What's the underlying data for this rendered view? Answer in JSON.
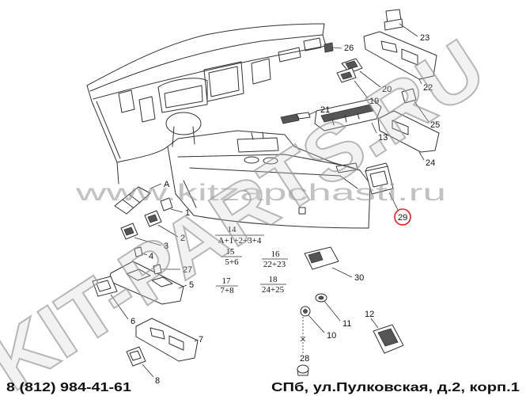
{
  "callouts": {
    "A": "A",
    "1": "1",
    "2": "2",
    "3": "3",
    "4": "4",
    "5": "5",
    "6": "6",
    "7": "7",
    "8": "8",
    "10": "10",
    "11": "11",
    "12": "12",
    "13": "13",
    "19": "19",
    "20": "20",
    "21": "21",
    "22": "22",
    "23": "23",
    "24": "24",
    "25": "25",
    "26": "26",
    "27": "27",
    "28": "28",
    "29": "29",
    "30": "30"
  },
  "kits": [
    {
      "number": "14",
      "contents": "A+1+2+3+4"
    },
    {
      "number": "15",
      "contents": "5+6"
    },
    {
      "number": "16",
      "contents": "22+23"
    },
    {
      "number": "17",
      "contents": "7+8"
    },
    {
      "number": "18",
      "contents": "24+25"
    }
  ],
  "highlighted_part": "29",
  "watermarks": {
    "url": "www.kitzapchasti.ru",
    "brand": "KIT-PARTS.RU"
  },
  "footer": {
    "phone": "8 (812) 984-41-61",
    "address": "СПб, ул.Пулковская, д.2, корп.1"
  },
  "colors": {
    "line": "#333333",
    "watermark": "#9a9a9a",
    "highlight": "#e02020"
  }
}
